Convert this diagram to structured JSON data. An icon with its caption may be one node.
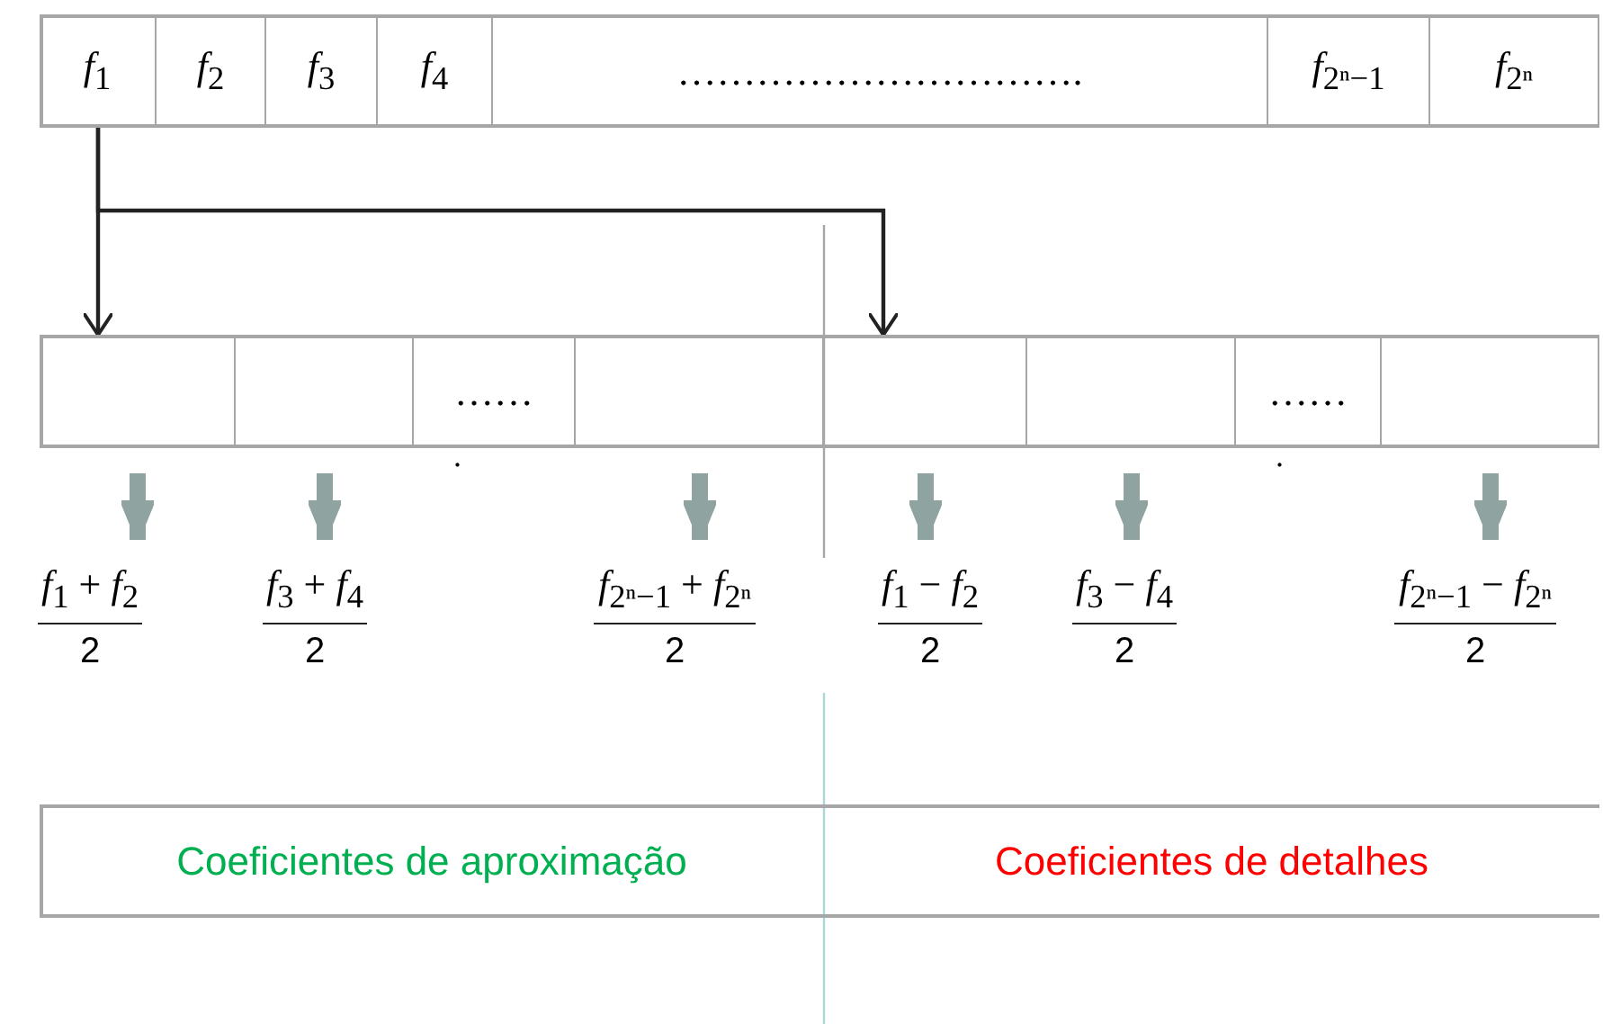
{
  "diagram": {
    "nodes": [
      {
        "text": [],
        "shape": "box"
      },
      {
        "text": [
          "*f*$_{1}$"
        ],
        "in": 0
      },
      {
        "text": [
          "*f*$_{2}$"
        ],
        "in": 0
      },
      {
        "text": [
          "*f*$_{3}$"
        ],
        "in": 0
      },
      {
        "text": [
          "*f*$_{4}$"
        ],
        "in": 0
      },
      {
        "text": [
          "…………………………."
        ],
        "in": 0
      },
      {
        "text": [
          "*f*$_{2ⁿ−1}$"
        ],
        "in": 0
      },
      {
        "text": [
          "*f*$_{2ⁿ}$"
        ],
        "in": 0
      },
      {
        "text": [],
        "shape": "box"
      },
      {
        "text": [],
        "shape": "box",
        "in": 8
      },
      {
        "text": [],
        "shape": "box",
        "in": 8
      },
      {
        "text": [
          "……"
        ],
        "beside": [
          "."
        ],
        "in": 8
      },
      {
        "text": [],
        "shape": "box",
        "in": 8
      },
      {
        "text": [],
        "shape": "box",
        "in": 8
      },
      {
        "text": [],
        "shape": "box",
        "in": 8
      },
      {
        "text": [
          "……"
        ],
        "beside": [
          "."
        ],
        "in": 8
      },
      {
        "text": [],
        "shape": "box",
        "in": 8
      },
      {
        "text": [
          "*f*$_{1}$ + *f*$_{2}$",
          "2"
        ]
      },
      {
        "text": [
          "*f*$_{3}$ + *f*$_{4}$",
          "2"
        ]
      },
      {
        "text": [
          "*f*$_{2ⁿ−1}$ + *f*$_{2ⁿ}$",
          "2"
        ]
      },
      {
        "text": [
          "*f*$_{1}$ − *f*$_{2}$",
          "2"
        ]
      },
      {
        "text": [
          "*f*$_{3}$ − *f*$_{4}$",
          "2"
        ]
      },
      {
        "text": [
          "*f*$_{2ⁿ−1}$ − *f*$_{2ⁿ}$",
          "2"
        ]
      },
      {
        "text": [],
        "shape": "box"
      },
      {
        "text": [
          "Coeficientes de aproximação"
        ],
        "in": 23
      },
      {
        "text": [
          "Coeficientes de detalhes"
        ],
        "in": 23
      }
    ],
    "edges": [
      {
        "from": 1,
        "to": 9,
        "arrow": "to",
        "color": "#222222"
      },
      {
        "from": 1,
        "to": 13,
        "arrow": "to",
        "color": "#222222"
      },
      {
        "from": 9,
        "to": 17,
        "arrow": "to"
      },
      {
        "from": 10,
        "to": 18,
        "arrow": "to"
      },
      {
        "from": 12,
        "to": 19,
        "arrow": "to"
      },
      {
        "from": 13,
        "to": 20,
        "arrow": "to"
      },
      {
        "from": 14,
        "to": 21,
        "arrow": "to"
      },
      {
        "from": 16,
        "to": 22,
        "arrow": "to"
      }
    ]
  }
}
